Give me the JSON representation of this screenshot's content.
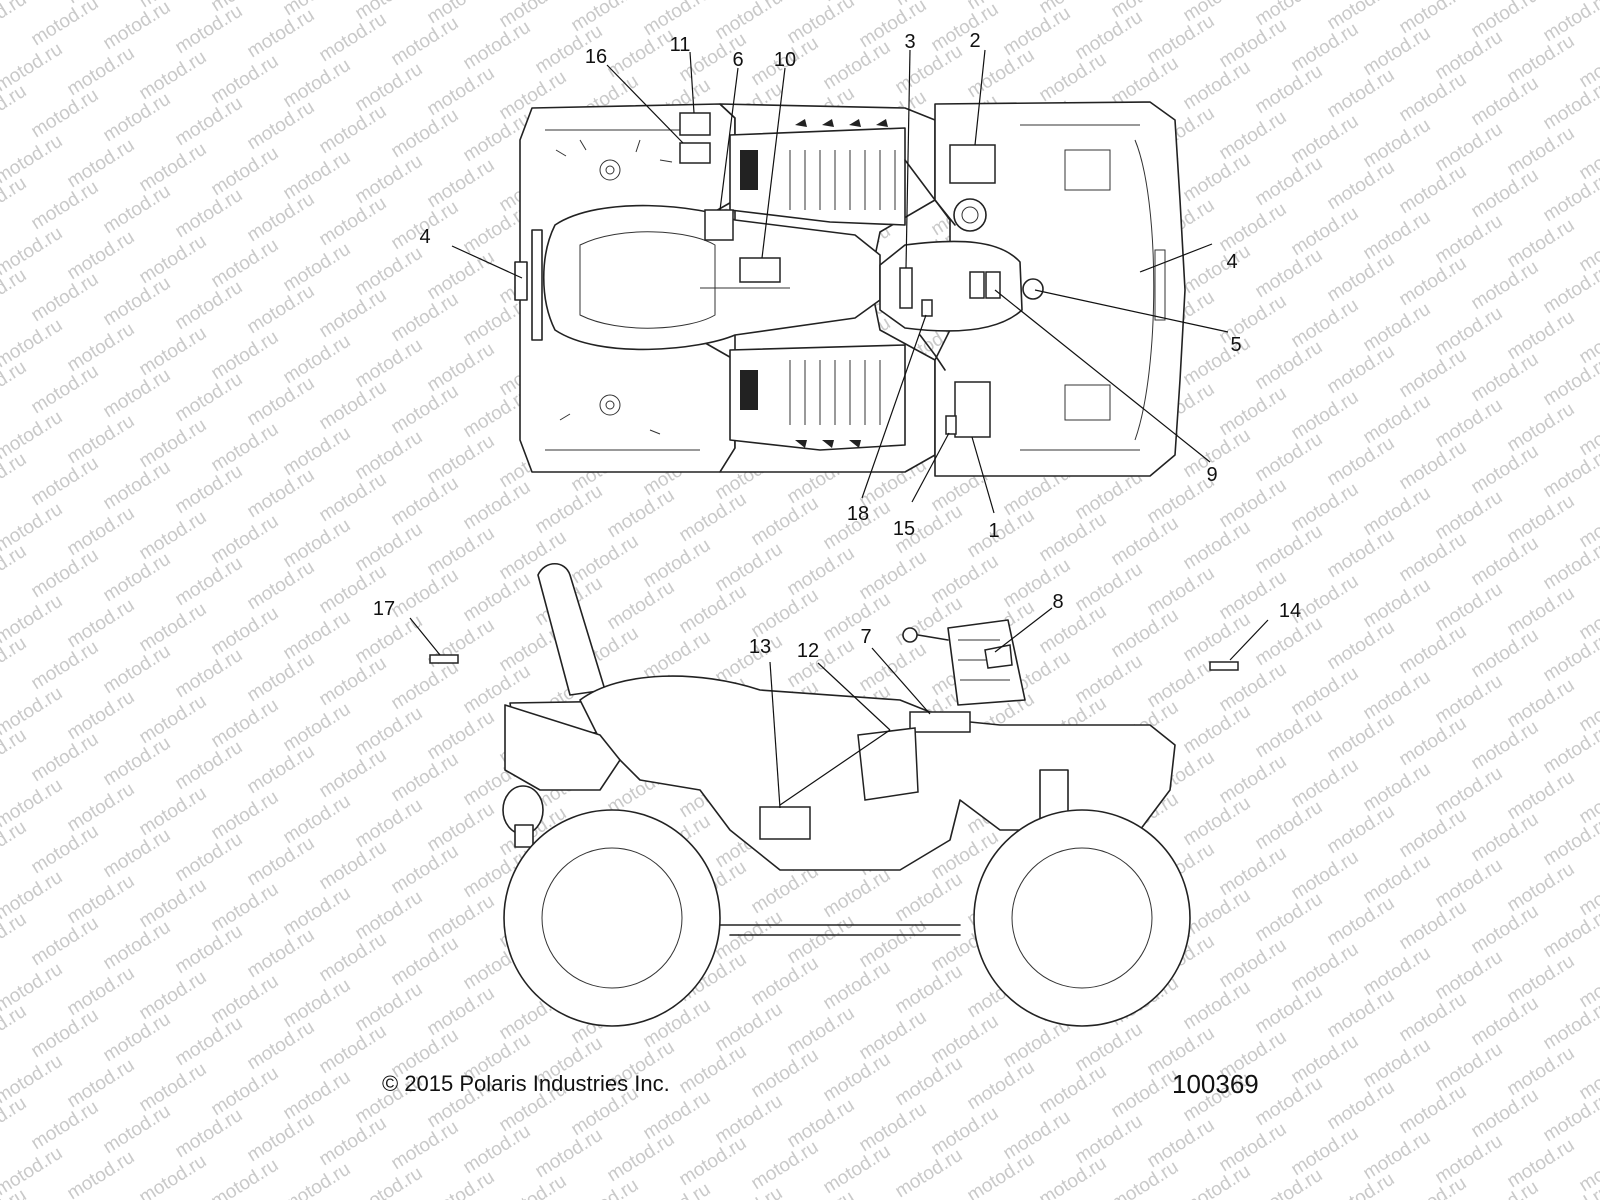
{
  "watermark": {
    "text": "motod.ru"
  },
  "callouts": {
    "c1": "1",
    "c2": "2",
    "c3": "3",
    "c4a": "4",
    "c4b": "4",
    "c5": "5",
    "c6": "6",
    "c7": "7",
    "c8": "8",
    "c9": "9",
    "c10": "10",
    "c11": "11",
    "c12": "12",
    "c13": "13",
    "c14": "14",
    "c15": "15",
    "c16": "16",
    "c17": "17",
    "c18": "18"
  },
  "footer": {
    "copyright": "© 2015  Polaris Industries Inc.",
    "doc_number": "100369"
  }
}
